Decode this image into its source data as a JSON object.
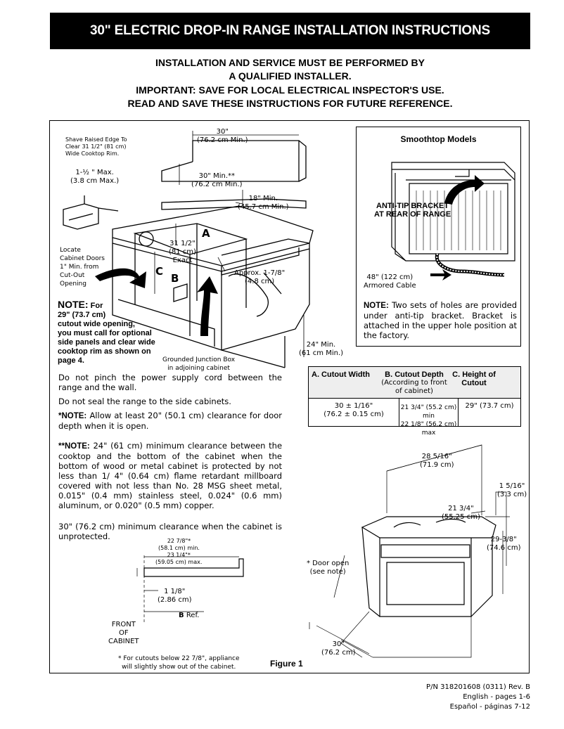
{
  "header": {
    "title": "30\" ELECTRIC DROP-IN RANGE INSTALLATION INSTRUCTIONS"
  },
  "intro": {
    "line1": "INSTALLATION AND SERVICE MUST BE PERFORMED BY",
    "line2": "A QUALIFIED INSTALLER.",
    "line3": "IMPORTANT: SAVE FOR LOCAL ELECTRICAL INSPECTOR'S USE.",
    "line4": "READ AND SAVE THESE INSTRUCTIONS FOR FUTURE REFERENCE."
  },
  "figure": {
    "shave_note": [
      "Shave Raised Edge To",
      "Clear 31 1/2\" (81 cm)",
      "Wide Cooktop Rim."
    ],
    "top_width": [
      "30\"",
      "(76.2 cm Min.)"
    ],
    "rim_max": [
      "1-½ \" Max.",
      "(3.8 cm Max.)"
    ],
    "upper_clearance": [
      "30\" Min.**",
      "(76.2 cm Min.)"
    ],
    "side_clearance": [
      "18\" Min.",
      "(45.7 cm Min.)"
    ],
    "cutout_exact": [
      "31 1/2\"",
      "(81 cm)",
      "Exact"
    ],
    "approx_depth": [
      "Approx. 1-7/8\"",
      "(4.8 cm)"
    ],
    "locate_doors": [
      "Locate",
      "Cabinet Doors",
      "1\" Min. from",
      "Cut-Out",
      "Opening"
    ],
    "letter_a": "A",
    "letter_b": "B",
    "letter_c": "C",
    "note_for_title": "NOTE:",
    "note_for_rest": [
      "For",
      "29\" (73.7 cm)",
      "cutout wide opening,",
      "you must call for optional",
      "side panels and clear wide",
      "cooktop rim as shown on",
      "page 4."
    ],
    "junction_box": [
      "Grounded Junction Box",
      "in adjoining cabinet"
    ],
    "bottom_clearance": [
      "24\" Min.",
      "(61 cm Min.)"
    ],
    "figure_label": "Figure 1"
  },
  "smoothtop": {
    "title": "Smoothtop Models",
    "bracket": [
      "ANTI-TIP BRACKET",
      "AT REAR OF RANGE"
    ],
    "cable": [
      "48\" (122 cm)",
      "Armored Cable"
    ],
    "note_label": "NOTE:",
    "note_text": "Two sets of holes are provided under anti-tip bracket. Bracket is attached in the upper hole position at the factory."
  },
  "paragraphs": {
    "p1": "Do not pinch the power supply cord between the range and the wall.",
    "p2": "Do not seal the range to the side cabinets.",
    "p3_label": "*NOTE:",
    "p3_text": "Allow at least 20\" (50.1 cm) clearance for door depth when it is open.",
    "p4_label": "**NOTE:",
    "p4_text": "24\" (61 cm) minimum clearance between the cooktop and the bottom of the cabinet when the bottom of wood or metal cabinet is protected by not less than 1/ 4\" (0.64 cm) flame retardant millboard covered with not less than No. 28 MSG sheet metal, 0.015\" (0.4 mm) stainless steel, 0.024\" (0.6 mm) aluminum, or 0.020\" (0.5 mm) copper.",
    "p5": "30\" (76.2 cm) minimum clearance when the cabinet is unprotected."
  },
  "cutout_table": {
    "header_a": "A. Cutout Width",
    "header_b": "B. Cutout Depth",
    "header_b_sub": "(According to front",
    "header_b_sub2": "of cabinet)",
    "header_c": "C. Height of",
    "header_c_sub": "Cutout",
    "width_value": [
      "30 ± 1/16\"",
      "(76.2 ± 0.15 cm)"
    ],
    "depth_value": [
      "21 3/4\" (55.2 cm) min",
      "22 1/8\" (56.2 cm) max"
    ],
    "height_value": "29\" (73.7 cm)"
  },
  "range_dims": {
    "width_top": [
      "28 5/16\"",
      "(71.9 cm)"
    ],
    "rim": [
      "1 5/16\"",
      "(3.3 cm)"
    ],
    "depth": [
      "21 3/4\"",
      "(55.25 cm)"
    ],
    "height": [
      "29-3/8\"",
      "(74.6 cm)"
    ],
    "door_open": [
      "* Door open",
      "(see note)"
    ],
    "width_bottom": [
      "30\"",
      "(76.2 cm)"
    ]
  },
  "side_view": {
    "min_depth": [
      "22 7/8\"*",
      "(58.1 cm) min."
    ],
    "max_depth": [
      "23 1/4\"*",
      "(59.05 cm) max."
    ],
    "rim_height": [
      "1 1/8\"",
      "(2.86 cm)"
    ],
    "ref_letter": "B",
    "ref": "Ref.",
    "front": [
      "FRONT",
      "OF",
      "CABINET"
    ],
    "footnote": [
      "* For cutouts below 22 7/8\", appliance",
      "will slightly show out of the cabinet."
    ]
  },
  "footer": {
    "part_number": "P/N 318201608 (0311) Rev. B",
    "english": "English - pages 1-6",
    "spanish": "Español - páginas 7-12"
  }
}
